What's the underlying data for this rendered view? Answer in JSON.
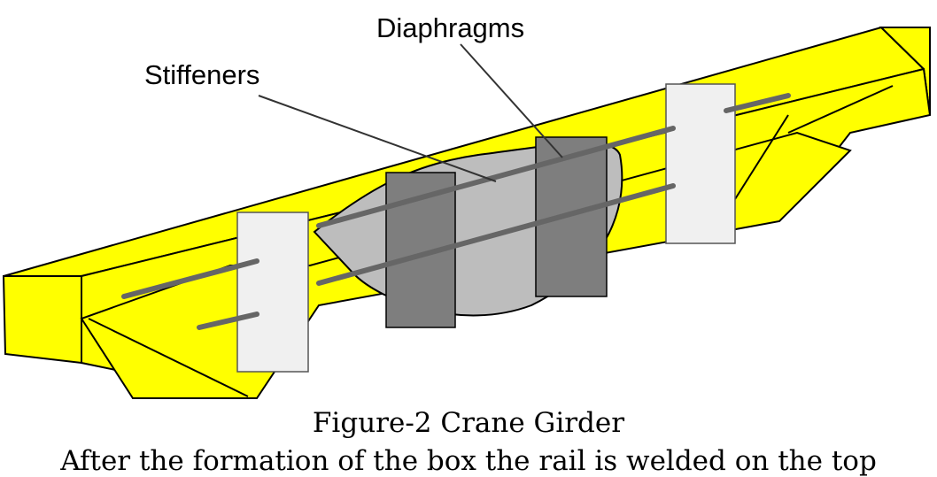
{
  "labels": {
    "diaphragms": "Diaphragms",
    "stiffeners": "Stiffeners"
  },
  "caption": "Figure-2 Crane Girder",
  "body_text": "After the formation of the box the rail is welded on the top",
  "colors": {
    "girder": "#ffff00",
    "outline": "#000000",
    "diaphragm_light": "#efefef",
    "diaphragm_dark": "#808080",
    "cutaway": "#bdbdbd"
  }
}
